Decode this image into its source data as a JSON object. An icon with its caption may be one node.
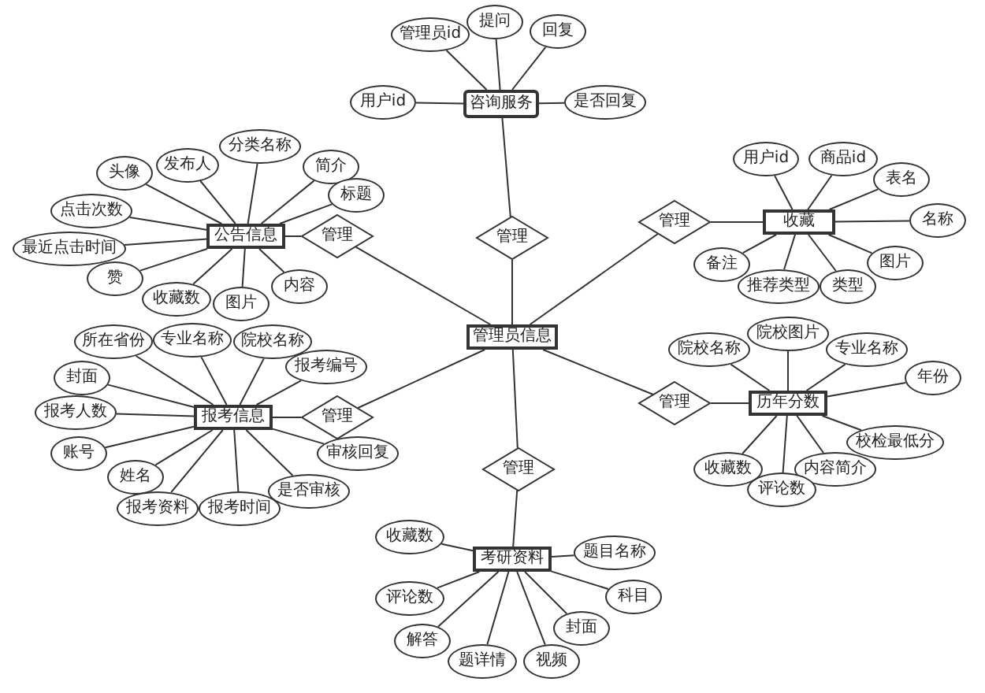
{
  "diagram": {
    "nodes": [
      {
        "text": [
          "管理员信息"
        ]
      },
      {
        "text": [
          "咨询服务"
        ]
      },
      {
        "text": [
          "管理员id"
        ]
      },
      {
        "text": [
          "提问"
        ]
      },
      {
        "text": [
          "回复"
        ]
      },
      {
        "text": [
          "用户id"
        ]
      },
      {
        "text": [
          "是否回复"
        ]
      },
      {
        "text": [
          "管理"
        ]
      },
      {
        "text": [
          "公告信息"
        ]
      },
      {
        "text": [
          "头像"
        ]
      },
      {
        "text": [
          "发布人"
        ]
      },
      {
        "text": [
          "分类名称"
        ]
      },
      {
        "text": [
          "简介"
        ]
      },
      {
        "text": [
          "标题"
        ]
      },
      {
        "text": [
          "点击次数"
        ]
      },
      {
        "text": [
          "最近点击时间"
        ]
      },
      {
        "text": [
          "赞"
        ]
      },
      {
        "text": [
          "收藏数"
        ]
      },
      {
        "text": [
          "图片"
        ]
      },
      {
        "text": [
          "内容"
        ]
      },
      {
        "text": [
          "管理"
        ]
      },
      {
        "text": [
          "报考信息"
        ]
      },
      {
        "text": [
          "所在省份"
        ]
      },
      {
        "text": [
          "专业名称"
        ]
      },
      {
        "text": [
          "院校名称"
        ]
      },
      {
        "text": [
          "报考编号"
        ]
      },
      {
        "text": [
          "封面"
        ]
      },
      {
        "text": [
          "报考人数"
        ]
      },
      {
        "text": [
          "账号"
        ]
      },
      {
        "text": [
          "姓名"
        ]
      },
      {
        "text": [
          "报考资料"
        ]
      },
      {
        "text": [
          "报考时间"
        ]
      },
      {
        "text": [
          "是否审核"
        ]
      },
      {
        "text": [
          "审核回复"
        ]
      },
      {
        "text": [
          "管理"
        ]
      },
      {
        "text": [
          "收藏"
        ]
      },
      {
        "text": [
          "用户id"
        ]
      },
      {
        "text": [
          "商品id"
        ]
      },
      {
        "text": [
          "表名"
        ]
      },
      {
        "text": [
          "名称"
        ]
      },
      {
        "text": [
          "图片"
        ]
      },
      {
        "text": [
          "备注"
        ]
      },
      {
        "text": [
          "推荐类型"
        ]
      },
      {
        "text": [
          "类型"
        ]
      },
      {
        "text": [
          "管理"
        ]
      },
      {
        "text": [
          "历年分数"
        ]
      },
      {
        "text": [
          "院校名称"
        ]
      },
      {
        "text": [
          "院校图片"
        ]
      },
      {
        "text": [
          "专业名称"
        ]
      },
      {
        "text": [
          "年份"
        ]
      },
      {
        "text": [
          "校检最低分"
        ]
      },
      {
        "text": [
          "内容简介"
        ]
      },
      {
        "text": [
          "评论数"
        ]
      },
      {
        "text": [
          "收藏数"
        ]
      },
      {
        "text": [
          "管理"
        ]
      },
      {
        "text": [
          "考研资料"
        ]
      },
      {
        "text": [
          "收藏数"
        ]
      },
      {
        "text": [
          "评论数"
        ]
      },
      {
        "text": [
          "题目名称"
        ]
      },
      {
        "text": [
          "科目"
        ]
      },
      {
        "text": [
          "封面"
        ]
      },
      {
        "text": [
          "视频"
        ]
      },
      {
        "text": [
          "题详情"
        ]
      },
      {
        "text": [
          "解答"
        ]
      },
      {
        "text": [
          "管理"
        ]
      }
    ],
    "edges": [
      {
        "from": 2,
        "to": 1,
        "arrow": "none"
      },
      {
        "from": 3,
        "to": 1,
        "arrow": "none"
      },
      {
        "from": 4,
        "to": 1,
        "arrow": "none"
      },
      {
        "from": 5,
        "to": 1,
        "arrow": "none"
      },
      {
        "from": 6,
        "to": 1,
        "arrow": "none"
      },
      {
        "from": 1,
        "to": 7,
        "arrow": "none"
      },
      {
        "from": 7,
        "to": 0,
        "arrow": "none"
      },
      {
        "from": 9,
        "to": 8,
        "arrow": "none"
      },
      {
        "from": 10,
        "to": 8,
        "arrow": "none"
      },
      {
        "from": 11,
        "to": 8,
        "arrow": "none"
      },
      {
        "from": 12,
        "to": 8,
        "arrow": "none"
      },
      {
        "from": 13,
        "to": 8,
        "arrow": "none"
      },
      {
        "from": 14,
        "to": 8,
        "arrow": "none"
      },
      {
        "from": 15,
        "to": 8,
        "arrow": "none"
      },
      {
        "from": 16,
        "to": 8,
        "arrow": "none"
      },
      {
        "from": 17,
        "to": 8,
        "arrow": "none"
      },
      {
        "from": 18,
        "to": 8,
        "arrow": "none"
      },
      {
        "from": 19,
        "to": 8,
        "arrow": "none"
      },
      {
        "from": 8,
        "to": 20,
        "arrow": "none"
      },
      {
        "from": 20,
        "to": 0,
        "arrow": "none"
      },
      {
        "from": 22,
        "to": 21,
        "arrow": "none"
      },
      {
        "from": 23,
        "to": 21,
        "arrow": "none"
      },
      {
        "from": 24,
        "to": 21,
        "arrow": "none"
      },
      {
        "from": 25,
        "to": 21,
        "arrow": "none"
      },
      {
        "from": 26,
        "to": 21,
        "arrow": "none"
      },
      {
        "from": 27,
        "to": 21,
        "arrow": "none"
      },
      {
        "from": 28,
        "to": 21,
        "arrow": "none"
      },
      {
        "from": 29,
        "to": 21,
        "arrow": "none"
      },
      {
        "from": 30,
        "to": 21,
        "arrow": "none"
      },
      {
        "from": 31,
        "to": 21,
        "arrow": "none"
      },
      {
        "from": 32,
        "to": 21,
        "arrow": "none"
      },
      {
        "from": 33,
        "to": 21,
        "arrow": "none"
      },
      {
        "from": 21,
        "to": 34,
        "arrow": "none"
      },
      {
        "from": 34,
        "to": 0,
        "arrow": "none"
      },
      {
        "from": 36,
        "to": 35,
        "arrow": "none"
      },
      {
        "from": 37,
        "to": 35,
        "arrow": "none"
      },
      {
        "from": 38,
        "to": 35,
        "arrow": "none"
      },
      {
        "from": 39,
        "to": 35,
        "arrow": "none"
      },
      {
        "from": 40,
        "to": 35,
        "arrow": "none"
      },
      {
        "from": 41,
        "to": 35,
        "arrow": "none"
      },
      {
        "from": 42,
        "to": 35,
        "arrow": "none"
      },
      {
        "from": 43,
        "to": 35,
        "arrow": "none"
      },
      {
        "from": 35,
        "to": 44,
        "arrow": "none"
      },
      {
        "from": 44,
        "to": 0,
        "arrow": "none"
      },
      {
        "from": 46,
        "to": 45,
        "arrow": "none"
      },
      {
        "from": 47,
        "to": 45,
        "arrow": "none"
      },
      {
        "from": 48,
        "to": 45,
        "arrow": "none"
      },
      {
        "from": 49,
        "to": 45,
        "arrow": "none"
      },
      {
        "from": 50,
        "to": 45,
        "arrow": "none"
      },
      {
        "from": 51,
        "to": 45,
        "arrow": "none"
      },
      {
        "from": 52,
        "to": 45,
        "arrow": "none"
      },
      {
        "from": 53,
        "to": 45,
        "arrow": "none"
      },
      {
        "from": 45,
        "to": 54,
        "arrow": "none"
      },
      {
        "from": 54,
        "to": 0,
        "arrow": "none"
      },
      {
        "from": 56,
        "to": 55,
        "arrow": "none"
      },
      {
        "from": 57,
        "to": 55,
        "arrow": "none"
      },
      {
        "from": 58,
        "to": 55,
        "arrow": "none"
      },
      {
        "from": 59,
        "to": 55,
        "arrow": "none"
      },
      {
        "from": 60,
        "to": 55,
        "arrow": "none"
      },
      {
        "from": 61,
        "to": 55,
        "arrow": "none"
      },
      {
        "from": 62,
        "to": 55,
        "arrow": "none"
      },
      {
        "from": 63,
        "to": 55,
        "arrow": "none"
      },
      {
        "from": 55,
        "to": 64,
        "arrow": "none"
      },
      {
        "from": 64,
        "to": 0,
        "arrow": "none"
      }
    ]
  }
}
